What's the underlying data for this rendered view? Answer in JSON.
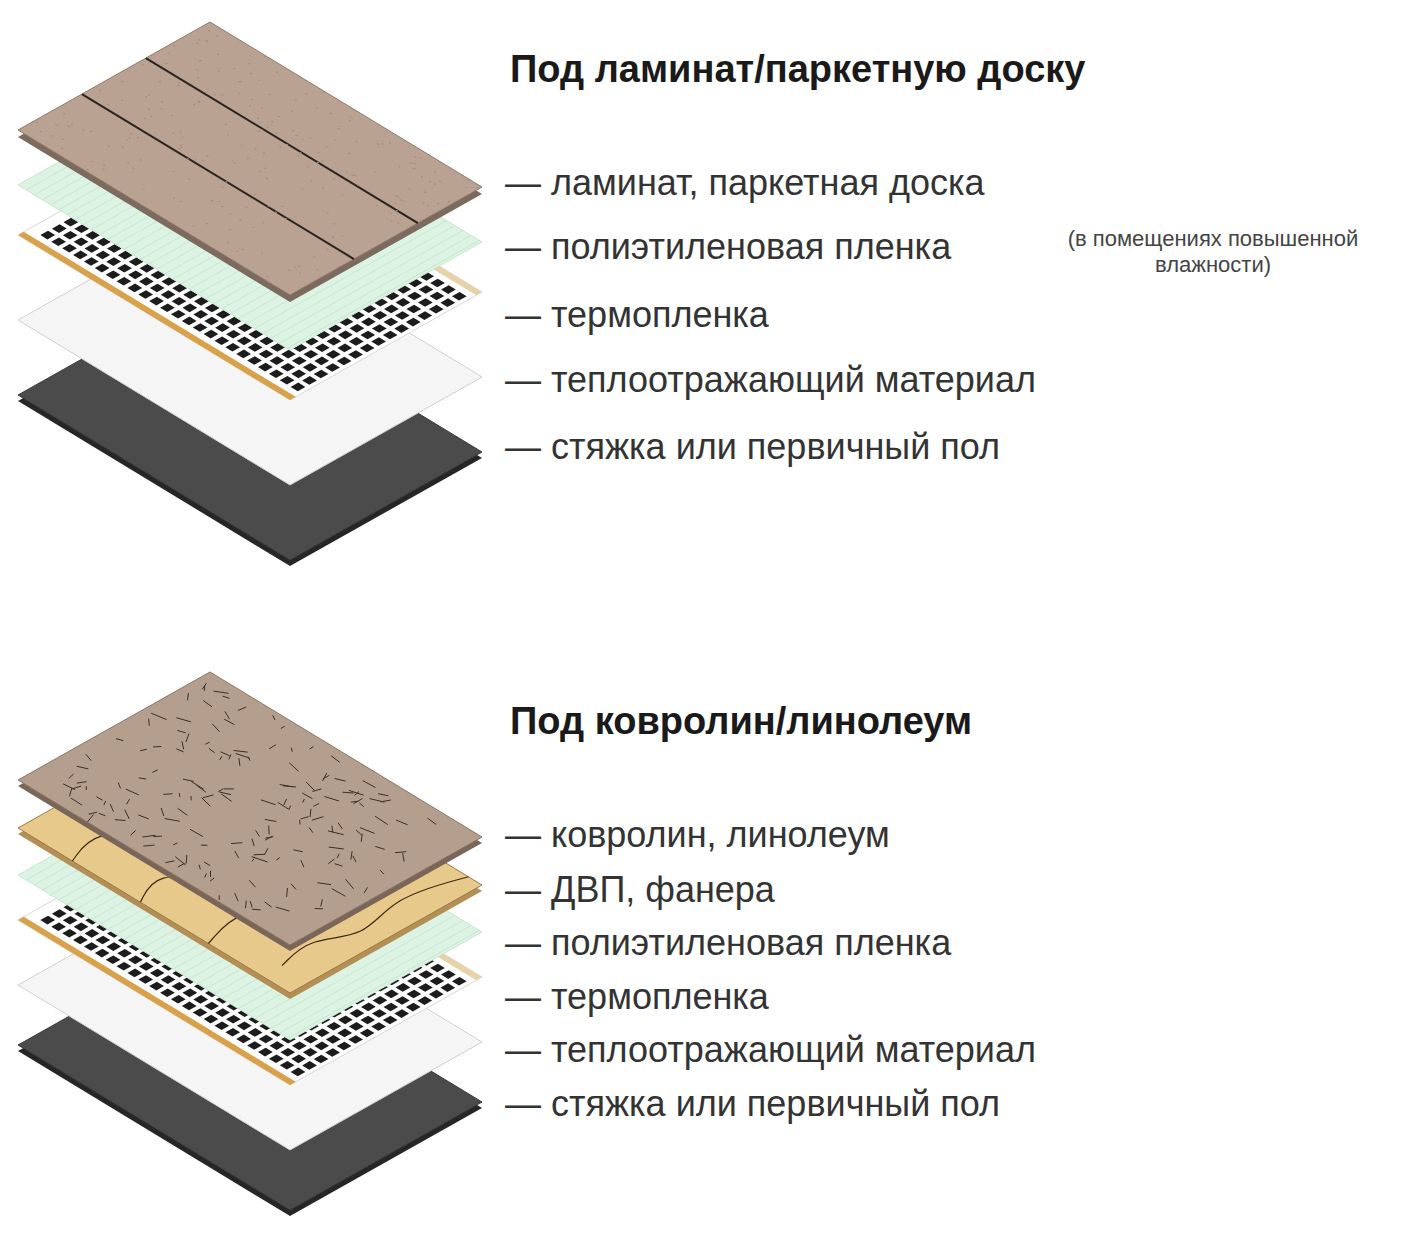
{
  "diagram": {
    "labels": [
      "Под ламинат/паркетную доску",
      "— ламинат, паркетная доска",
      "— полиэтиленовая пленка",
      "(в помещениях повышенной влажности)",
      "— термопленка",
      "— теплоотражающий материал",
      "— стяжка или первичный пол",
      "Под ковролин/линолеум",
      "— ковролин, линолеум",
      "— ДВП, фанера",
      "— полиэтиленовая пленка",
      "— термопленка",
      "— теплоотражающий материал",
      "— стяжка или первичный пол"
    ]
  }
}
